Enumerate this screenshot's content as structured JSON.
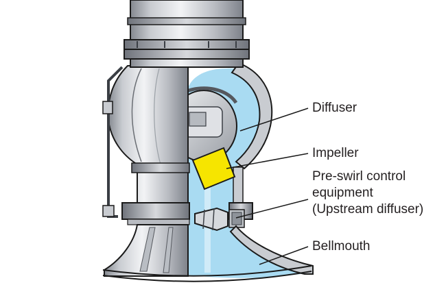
{
  "figure": {
    "type": "technical-diagram",
    "subject": "Vertical pump cutaway cross-section showing water flow path",
    "labels": {
      "diffuser": "Diffuser",
      "impeller": "Impeller",
      "preswirl": [
        "Pre-swirl control",
        "equipment",
        "(Upstream diffuser)"
      ],
      "bellmouth": "Bellmouth"
    },
    "colors": {
      "water_flow": "#a9dbf2",
      "impeller": "#f6e500",
      "metal_light": "#f2f3f5",
      "metal_dark": "#7e828a",
      "outline": "#1a1a1a",
      "label_text": "#231f20",
      "background": "#ffffff"
    }
  }
}
